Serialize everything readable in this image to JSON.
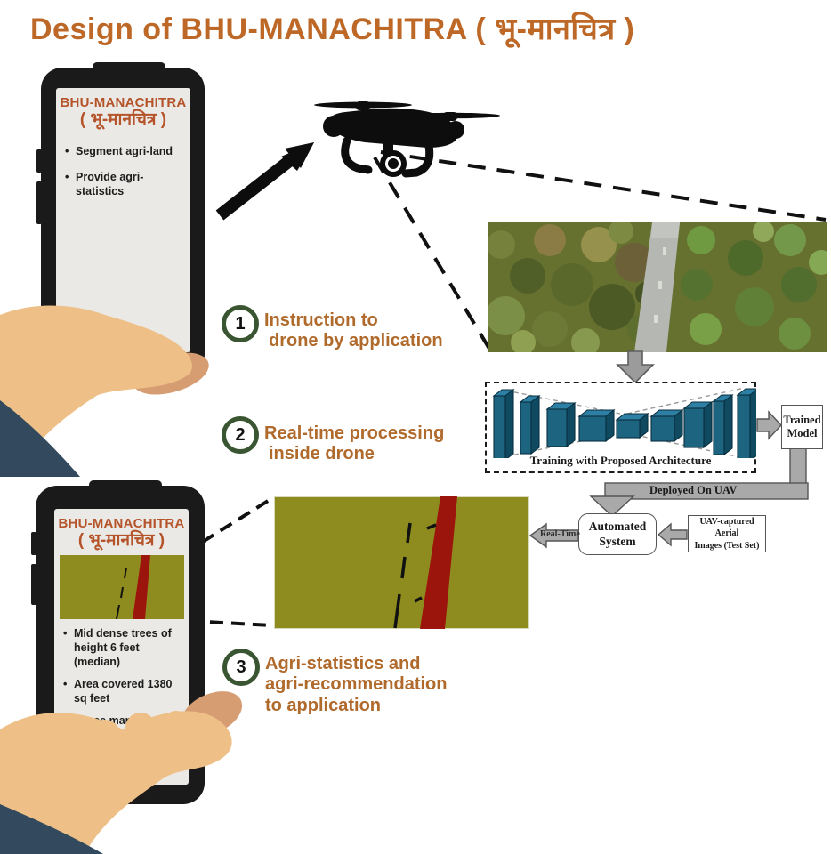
{
  "title": "Design of BHU-MANACHITRA ( भू-मानचित्र )",
  "colors": {
    "accent_orange": "#bd6827",
    "step_ring_green": "#3a5531",
    "segmentation_olive": "#8e8c1e",
    "segmentation_red": "#9c150c",
    "architecture_teal": "#1c6480",
    "arrow_gray": "#a9a9a9",
    "phone_black": "#1a1a1a",
    "hand_skin": "#eec088",
    "sleeve_navy": "#33495d"
  },
  "phone_top": {
    "app_name": "BHU-MANACHITRA",
    "app_name_hindi": "( भू-मानचित्र )",
    "bullets": [
      "Segment agri-land",
      "Provide agri-statistics"
    ]
  },
  "phone_bottom": {
    "app_name": "BHU-MANACHITRA",
    "app_name_hindi": "( भू-मानचित्र )",
    "bullets": [
      "Mid dense trees of height 6 feet (median)",
      "Area covered 1380 sq feet",
      "These mango trees can yield 2 tonnes of mangoes"
    ]
  },
  "steps": [
    {
      "number": "1",
      "lines": [
        "Instruction to",
        "drone by application"
      ]
    },
    {
      "number": "2",
      "lines": [
        "Real-time processing",
        "inside drone"
      ]
    },
    {
      "number": "3",
      "lines": [
        "Agri-statistics and",
        "agri-recommendation",
        "to application"
      ]
    }
  ],
  "pipeline": {
    "architecture_label": "Training with Proposed Architecture",
    "trained_model_lines": [
      "Trained",
      "Model"
    ],
    "deployed_label": "Deployed On UAV",
    "automated_system_lines": [
      "Automated",
      "System"
    ],
    "uav_images_lines": [
      "UAV-captured Aerial",
      "Images (Test Set)"
    ],
    "realtime_label": "Real-Time"
  }
}
